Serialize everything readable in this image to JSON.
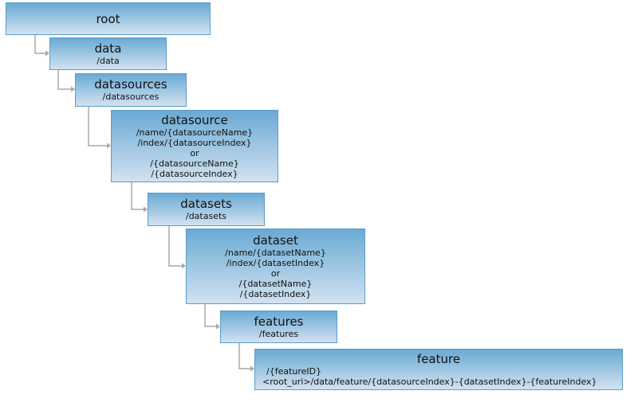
{
  "nodes": {
    "root": {
      "title": "root"
    },
    "data": {
      "title": "data",
      "lines": [
        "/data"
      ]
    },
    "datasources": {
      "title": "datasources",
      "lines": [
        "/datasources"
      ]
    },
    "datasource": {
      "title": "datasource",
      "lines": [
        "/name/{datasourceName}",
        "/index/{datasourceIndex}",
        "or",
        "/{datasourceName}",
        "/{datasourceIndex}"
      ]
    },
    "datasets": {
      "title": "datasets",
      "lines": [
        "/datasets"
      ]
    },
    "dataset": {
      "title": "dataset",
      "lines": [
        "/name/{datasetName}",
        "/index/{datasetIndex}",
        "or",
        "/{datasetName}",
        "/{datasetIndex}"
      ]
    },
    "features": {
      "title": "features",
      "lines": [
        "/features"
      ]
    },
    "feature": {
      "title": "feature",
      "lines": [
        "/{featureID}",
        "<root_uri>/data/feature/{datasourceIndex}-{datasetIndex}-{featureIndex}"
      ]
    }
  },
  "colors": {
    "box_top": "#6aaad4",
    "box_bottom": "#d2e2f0",
    "border": "#5d9cc8",
    "connector": "#a0a0a0"
  }
}
